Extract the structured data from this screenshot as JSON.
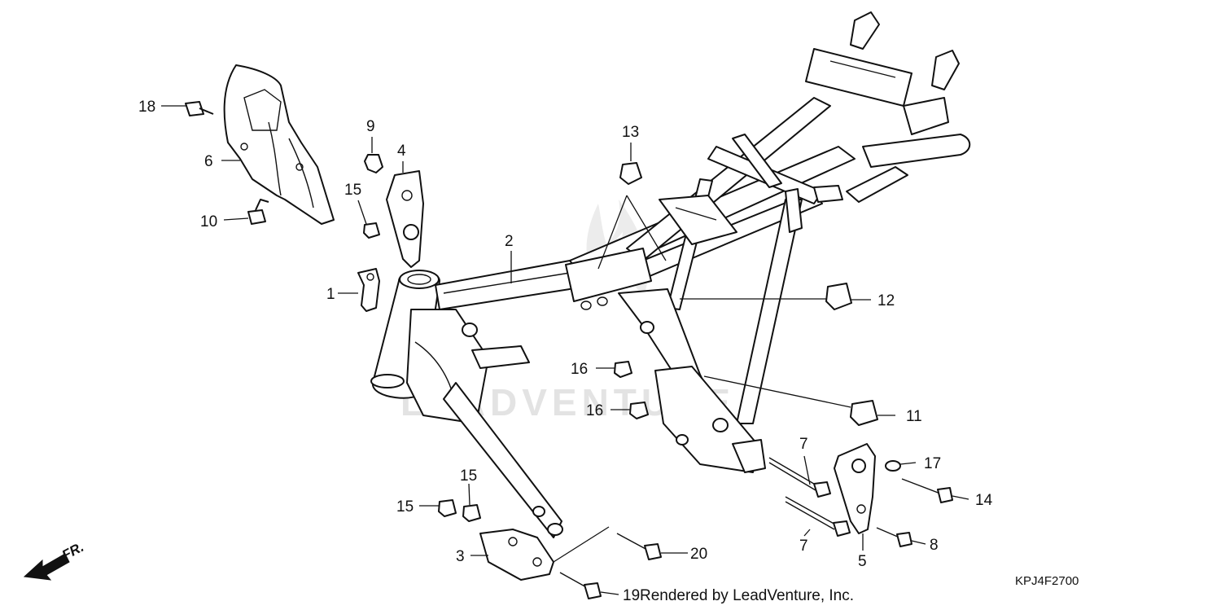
{
  "watermark": "LEADVENTURE",
  "diagram_code": "KPJ4F2700",
  "footer_text": "Rendered by LeadVenture, Inc.",
  "direction_label": "FR.",
  "parts": [
    {
      "ref": "1"
    },
    {
      "ref": "2"
    },
    {
      "ref": "3"
    },
    {
      "ref": "4"
    },
    {
      "ref": "5"
    },
    {
      "ref": "6"
    },
    {
      "ref": "7"
    },
    {
      "ref": "7"
    },
    {
      "ref": "8"
    },
    {
      "ref": "9"
    },
    {
      "ref": "10"
    },
    {
      "ref": "11"
    },
    {
      "ref": "12"
    },
    {
      "ref": "13"
    },
    {
      "ref": "14"
    },
    {
      "ref": "15"
    },
    {
      "ref": "15"
    },
    {
      "ref": "15"
    },
    {
      "ref": "16"
    },
    {
      "ref": "16"
    },
    {
      "ref": "17"
    },
    {
      "ref": "18"
    },
    {
      "ref": "19"
    },
    {
      "ref": "20"
    }
  ]
}
